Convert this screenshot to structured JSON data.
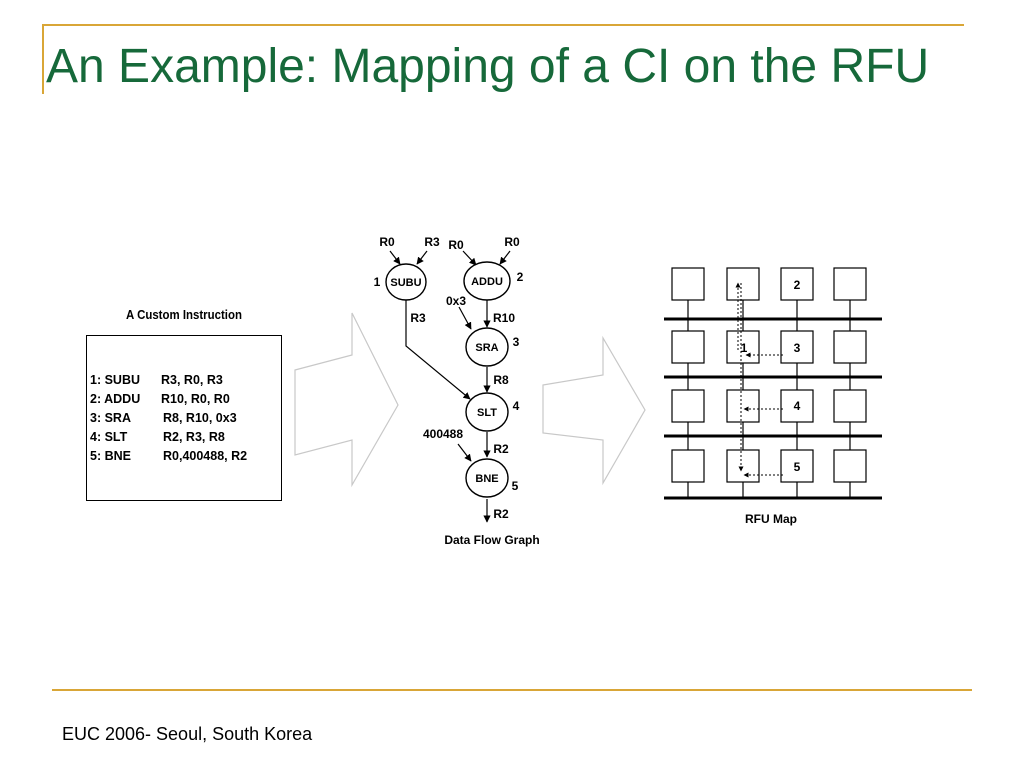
{
  "slide": {
    "title": "An Example: Mapping of a CI on the RFU",
    "footer": "EUC 2006- Seoul, South Korea"
  },
  "custom_instruction": {
    "caption": "A Custom Instruction",
    "lines": [
      {
        "op": "1: SUBU",
        "args": "R3, R0, R3"
      },
      {
        "op": "2: ADDU",
        "args": "R10, R0, R0"
      },
      {
        "op": "3: SRA",
        "args": "R8, R10, 0x3"
      },
      {
        "op": "4: SLT",
        "args": "R2, R3, R8"
      },
      {
        "op": "5: BNE",
        "args": "R0,400488, R2"
      }
    ]
  },
  "dfg": {
    "caption": "Data Flow Graph",
    "nodes": [
      {
        "id": "subu",
        "label": "SUBU",
        "number": "1"
      },
      {
        "id": "addu",
        "label": "ADDU",
        "number": "2"
      },
      {
        "id": "sra",
        "label": "SRA",
        "number": "3"
      },
      {
        "id": "slt",
        "label": "SLT",
        "number": "4"
      },
      {
        "id": "bne",
        "label": "BNE",
        "number": "5"
      }
    ],
    "edge_labels": {
      "subu_in_a": "R0",
      "subu_in_b": "R3",
      "addu_in_a": "R0",
      "addu_in_b": "R0",
      "subu_out": "R3",
      "sra_imm": "0x3",
      "addu_out": "R10",
      "sra_out": "R8",
      "slt_imm": "400488",
      "slt_out": "R2",
      "bne_out": "R2"
    }
  },
  "rfu": {
    "caption": "RFU Map",
    "cell_labels": {
      "r0c2": "2",
      "r1c1": "1",
      "r1c2": "3",
      "r2c2": "4",
      "r3c2": "5"
    }
  },
  "colors": {
    "title": "#16693a",
    "rule": "#d9a637",
    "arrow_fill": "#ffffff",
    "arrow_stroke": "#c8c8c8"
  }
}
